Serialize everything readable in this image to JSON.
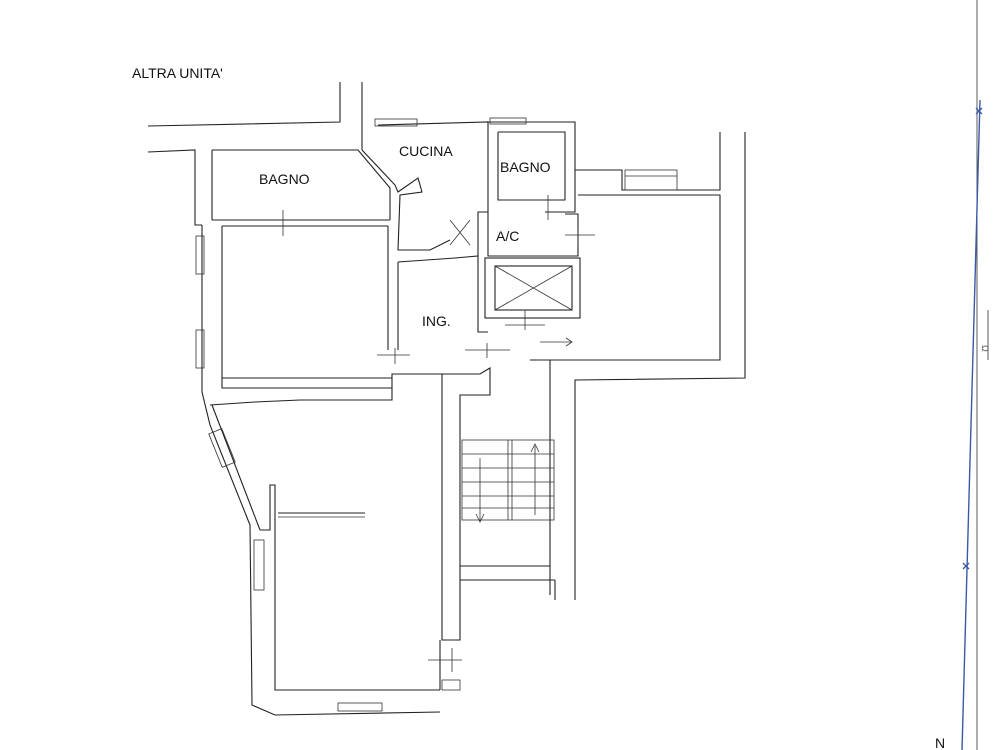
{
  "plan": {
    "other_unit": "ALTRA UNITA'",
    "rooms": {
      "bagno_left": "BAGNO",
      "cucina": "CUCINA",
      "bagno_right": "BAGNO",
      "ac": "A/C",
      "ingresso": "ING."
    },
    "margin_note": "Ω",
    "north": "N"
  },
  "colors": {
    "walls": "#222222",
    "margin_line": "#3a5aa8"
  }
}
